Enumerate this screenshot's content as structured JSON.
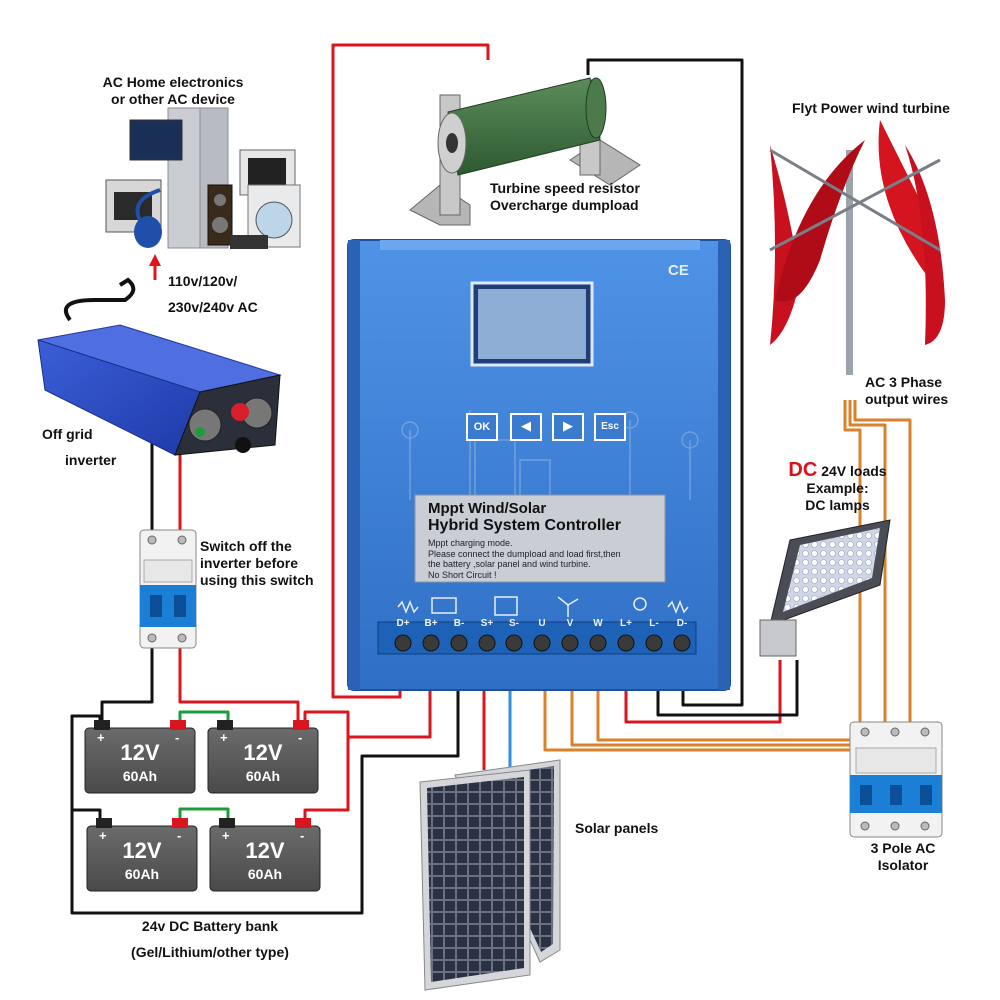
{
  "labels": {
    "ac_home_1": "AC Home electronics",
    "ac_home_2": "or other AC device",
    "ac_voltage_1": "110v/120v/",
    "ac_voltage_2": "230v/240v AC",
    "inverter_1": "Off grid",
    "inverter_2": "inverter",
    "switch_note_1": "Switch off the",
    "switch_note_2": "inverter before",
    "switch_note_3": "using this switch",
    "resistor_1": "Turbine speed resistor",
    "resistor_2": "Overcharge dumpload",
    "turbine": "Flyt Power wind turbine",
    "ac_output_1": "AC 3 Phase",
    "ac_output_2": "output wires",
    "dc_prefix": "DC",
    "dc_loads": " 24V loads",
    "dc_example": "Example:",
    "dc_lamps": "DC lamps",
    "isolator_1": "3 Pole AC",
    "isolator_2": "Isolator",
    "solar": "Solar panels",
    "battery_bank_1": "24v DC Battery bank",
    "battery_bank_2": "(Gel/Lithium/other type)"
  },
  "controller": {
    "title_1": "Mppt Wind/Solar",
    "title_2": "Hybrid System Controller",
    "note_1": "Mppt charging mode.",
    "note_2": "Please connect the dumpload and load first,then",
    "note_3": "the battery ,solar panel and wind turbine.",
    "note_4": "No Short Circuit !",
    "ce": "CE",
    "buttons": [
      "OK",
      "◀",
      "▶",
      "Esc"
    ],
    "terminals": [
      "D+",
      "B+",
      "B-",
      "S+",
      "S-",
      "U",
      "V",
      "W",
      "L+",
      "L-",
      "D-"
    ]
  },
  "batteries": [
    {
      "volt": "12V",
      "cap": "60Ah",
      "pos": "+",
      "neg": "-"
    },
    {
      "volt": "12V",
      "cap": "60Ah",
      "pos": "+",
      "neg": "-"
    },
    {
      "volt": "12V",
      "cap": "60Ah",
      "pos": "+",
      "neg": "-"
    },
    {
      "volt": "12V",
      "cap": "60Ah",
      "pos": "+",
      "neg": "-"
    }
  ],
  "colors": {
    "controller_blue": "#3d7fd6",
    "wire_red": "#d9161f",
    "wire_black": "#111111",
    "wire_green": "#1c9b3a",
    "wire_orange": "#d9822b",
    "wire_blue": "#2f8fe0",
    "turbine_red": "#c8101e",
    "battery_body": "#5a5a5a",
    "dc_text": "#e0101a"
  }
}
